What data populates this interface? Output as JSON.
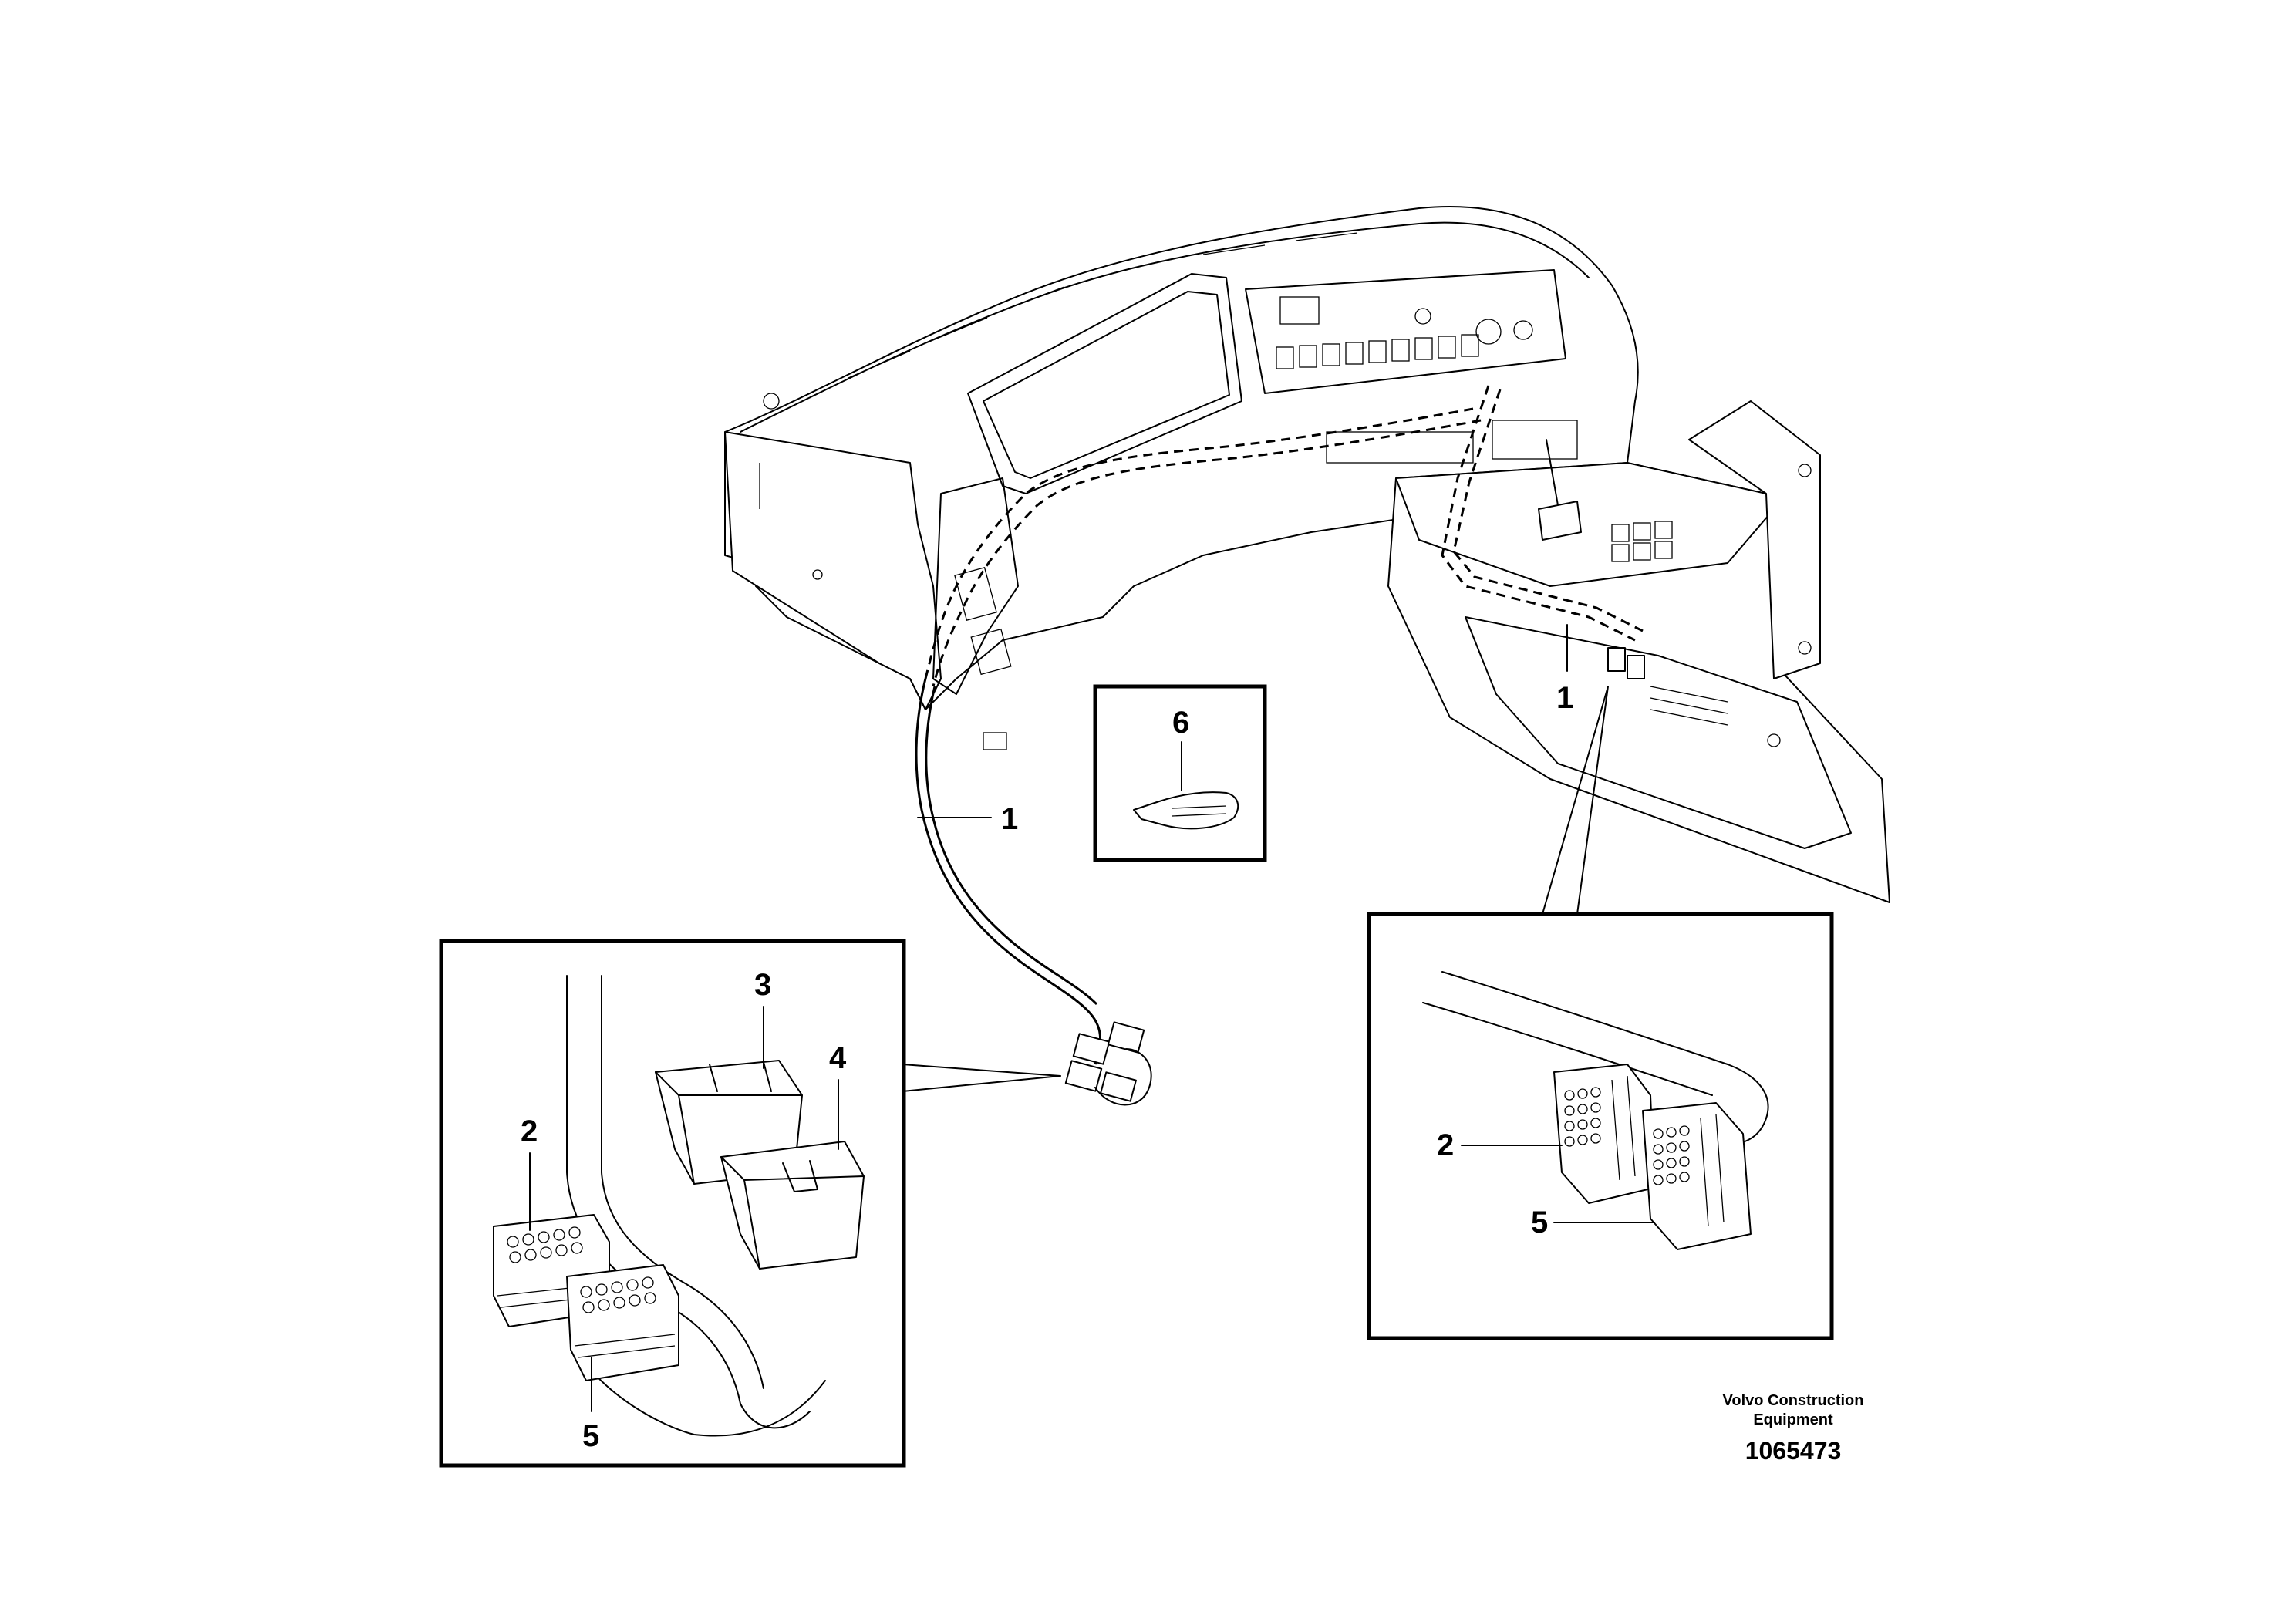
{
  "callouts": {
    "c1_harness": "1",
    "c1_panel": "1",
    "c2_left": "2",
    "c3_left": "3",
    "c4_left": "4",
    "c5_left": "5",
    "c6_tie": "6",
    "c2_right": "2",
    "c5_right": "5"
  },
  "footer": {
    "brand_line1": "Volvo Construction",
    "brand_line2": "Equipment",
    "part_number": "1065473"
  }
}
